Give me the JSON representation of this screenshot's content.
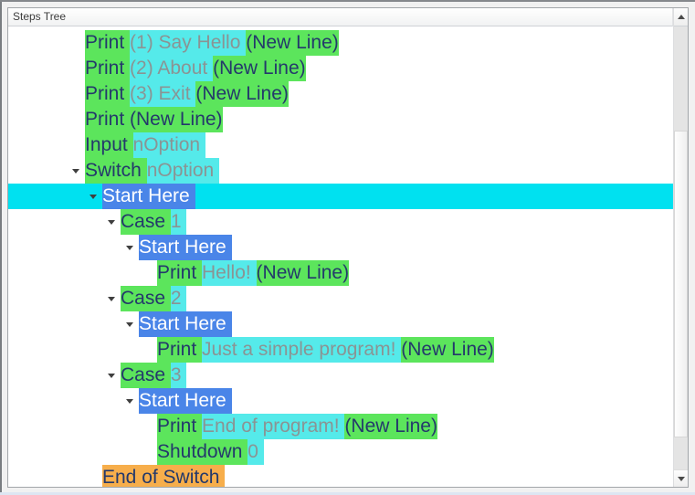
{
  "header": {
    "title": "Steps Tree"
  },
  "colors": {
    "step_green": "#5ce55c",
    "param_cyan": "#55eaea",
    "selection_cyan": "#00e1f0",
    "block_blue": "#4a85e8",
    "end_orange": "#f7ae4b",
    "keyword_navy": "#24396b",
    "param_gray": "#8a9494"
  },
  "tree": {
    "rows": [
      {
        "level": 0,
        "arrow": false,
        "selected": false,
        "segments": [
          {
            "t": "Print ",
            "k": "kw"
          },
          {
            "t": "(1) Say Hello ",
            "k": "param"
          },
          {
            "t": "(New Line)",
            "k": "kw"
          }
        ]
      },
      {
        "level": 0,
        "arrow": false,
        "selected": false,
        "segments": [
          {
            "t": "Print ",
            "k": "kw"
          },
          {
            "t": "(2) About ",
            "k": "param"
          },
          {
            "t": "(New Line)",
            "k": "kw"
          }
        ]
      },
      {
        "level": 0,
        "arrow": false,
        "selected": false,
        "segments": [
          {
            "t": "Print ",
            "k": "kw"
          },
          {
            "t": "(3) Exit ",
            "k": "param"
          },
          {
            "t": "(New Line)",
            "k": "kw"
          }
        ]
      },
      {
        "level": 0,
        "arrow": false,
        "selected": false,
        "segments": [
          {
            "t": "Print (New Line)",
            "k": "kw"
          }
        ]
      },
      {
        "level": 0,
        "arrow": false,
        "selected": false,
        "segments": [
          {
            "t": "Input ",
            "k": "kw"
          },
          {
            "t": "nOption ",
            "k": "param"
          }
        ]
      },
      {
        "level": 0,
        "arrow": true,
        "selected": false,
        "segments": [
          {
            "t": "Switch ",
            "k": "kw"
          },
          {
            "t": "nOption ",
            "k": "param"
          }
        ]
      },
      {
        "level": 1,
        "arrow": true,
        "selected": true,
        "segments": [
          {
            "t": "Start Here ",
            "k": "block"
          }
        ]
      },
      {
        "level": 2,
        "arrow": true,
        "selected": false,
        "segments": [
          {
            "t": "Case ",
            "k": "kw"
          },
          {
            "t": "1 ",
            "k": "param"
          }
        ]
      },
      {
        "level": 3,
        "arrow": true,
        "selected": false,
        "segments": [
          {
            "t": "Start Here ",
            "k": "block"
          }
        ]
      },
      {
        "level": 4,
        "arrow": false,
        "selected": false,
        "segments": [
          {
            "t": "Print ",
            "k": "kw"
          },
          {
            "t": "Hello! ",
            "k": "param"
          },
          {
            "t": "(New Line)",
            "k": "kw"
          }
        ]
      },
      {
        "level": 2,
        "arrow": true,
        "selected": false,
        "segments": [
          {
            "t": "Case ",
            "k": "kw"
          },
          {
            "t": "2 ",
            "k": "param"
          }
        ]
      },
      {
        "level": 3,
        "arrow": true,
        "selected": false,
        "segments": [
          {
            "t": "Start Here ",
            "k": "block"
          }
        ]
      },
      {
        "level": 4,
        "arrow": false,
        "selected": false,
        "segments": [
          {
            "t": "Print ",
            "k": "kw"
          },
          {
            "t": "Just a simple program! ",
            "k": "param"
          },
          {
            "t": "(New Line)",
            "k": "kw"
          }
        ]
      },
      {
        "level": 2,
        "arrow": true,
        "selected": false,
        "segments": [
          {
            "t": "Case ",
            "k": "kw"
          },
          {
            "t": "3 ",
            "k": "param"
          }
        ]
      },
      {
        "level": 3,
        "arrow": true,
        "selected": false,
        "segments": [
          {
            "t": "Start Here ",
            "k": "block"
          }
        ]
      },
      {
        "level": 4,
        "arrow": false,
        "selected": false,
        "segments": [
          {
            "t": "Print ",
            "k": "kw"
          },
          {
            "t": "End of program! ",
            "k": "param"
          },
          {
            "t": "(New Line)",
            "k": "kw"
          }
        ]
      },
      {
        "level": 4,
        "arrow": false,
        "selected": false,
        "segments": [
          {
            "t": "Shutdown ",
            "k": "kw"
          },
          {
            "t": "0 ",
            "k": "param"
          }
        ]
      },
      {
        "level": 1,
        "arrow": false,
        "selected": false,
        "segments": [
          {
            "t": "End of Switch ",
            "k": "end"
          }
        ]
      }
    ]
  }
}
